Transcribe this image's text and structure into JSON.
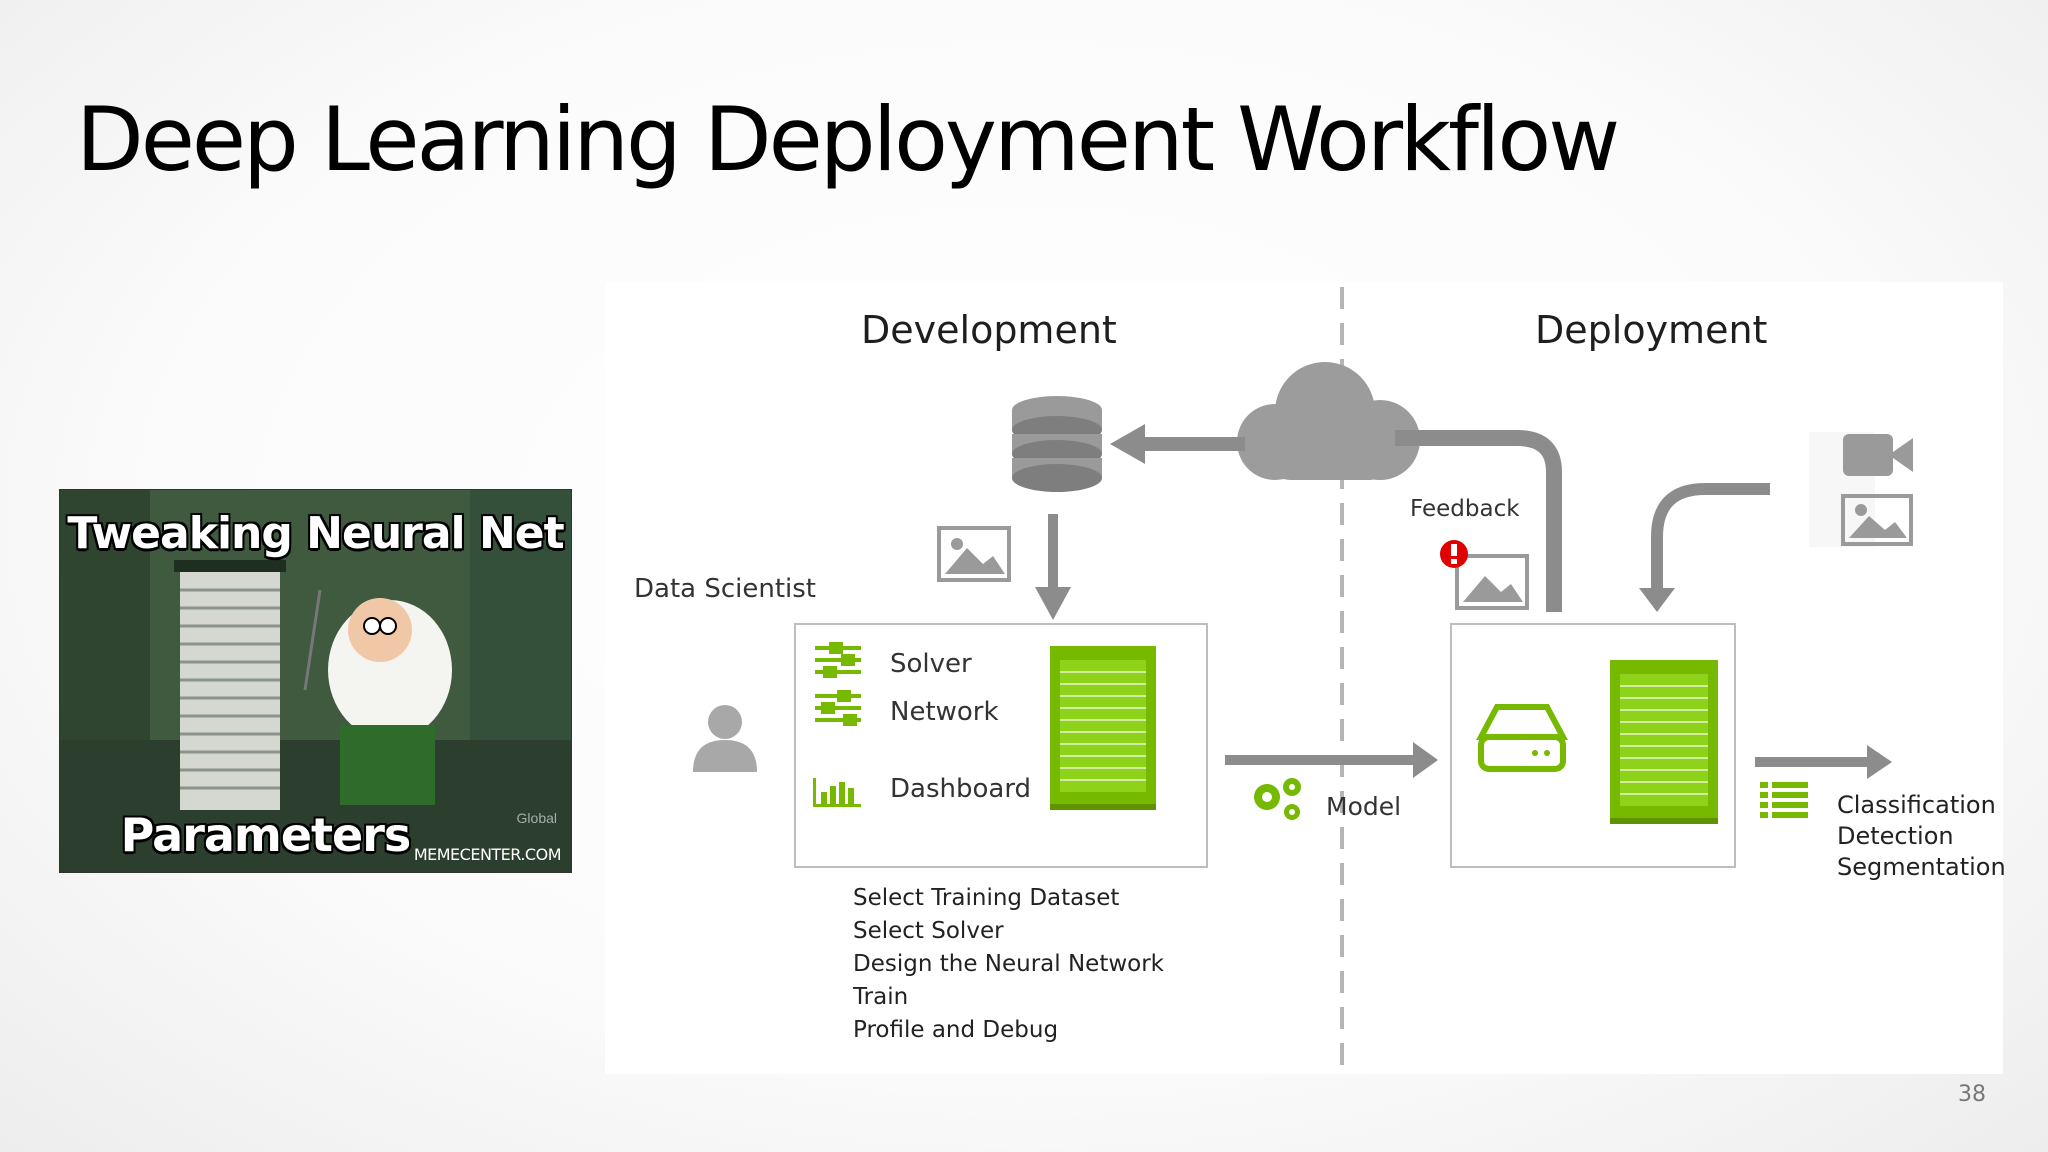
{
  "slide": {
    "title": "Deep Learning Deployment Workflow",
    "page_number": "38"
  },
  "meme": {
    "top_text": "Tweaking Neural Net",
    "bottom_text": "Parameters",
    "watermark": "MEMECENTER.COM",
    "tag": "Global"
  },
  "diagram": {
    "development_heading": "Development",
    "deployment_heading": "Deployment",
    "data_scientist_label": "Data Scientist",
    "feedback_label": "Feedback",
    "model_label": "Model",
    "dev_box_items": [
      "Solver",
      "Network",
      "Dashboard"
    ],
    "steps": [
      "Select Training Dataset",
      "Select Solver",
      "Design the Neural Network",
      "Train",
      "Profile and Debug"
    ],
    "outputs": [
      "Classification",
      "Detection",
      "Segmentation"
    ],
    "colors": {
      "accent_green": "#76b900",
      "arrow_gray": "#8c8c8c",
      "icon_gray": "#a8a8a8"
    }
  }
}
